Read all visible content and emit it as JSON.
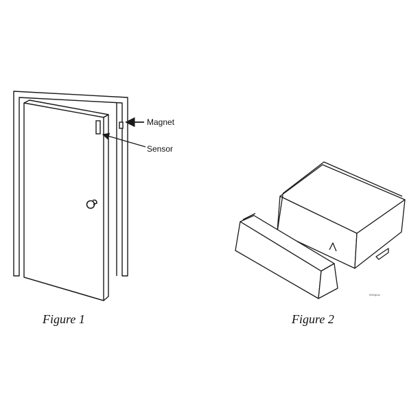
{
  "figure1": {
    "caption": "Figure 1",
    "magnet_label": "Magnet",
    "sensor_label": "Sensor"
  },
  "figure2": {
    "caption": "Figure 2",
    "code": "0943p1a"
  },
  "colors": {
    "line": "#1a1a1a",
    "background": "#ffffff"
  }
}
